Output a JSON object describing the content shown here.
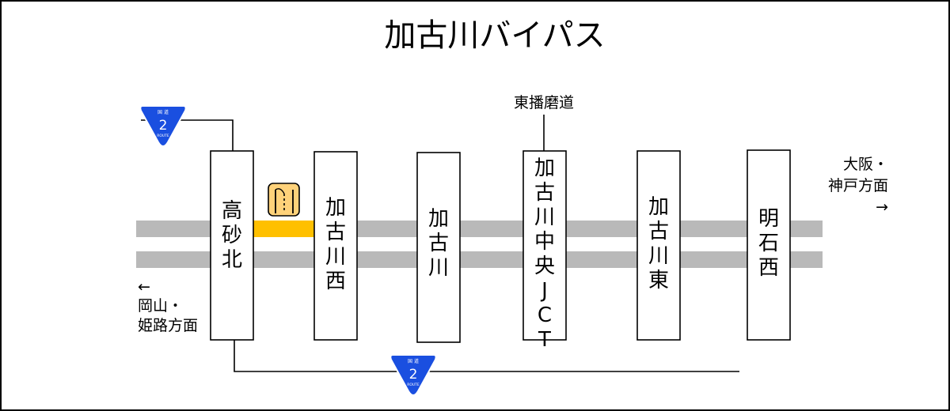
{
  "title": "加古川バイパス",
  "interchanges": [
    {
      "name": "高砂北"
    },
    {
      "name": "加古川西"
    },
    {
      "name": "加古川"
    },
    {
      "name": "加古川中央JCT"
    },
    {
      "name": "加古川東"
    },
    {
      "name": "明石西"
    }
  ],
  "junction_road": "東播磨道",
  "directions": {
    "west": {
      "arrow": "←",
      "line1": "岡山・",
      "line2": "姫路方面"
    },
    "east": {
      "line1": "大阪・",
      "line2": "神戸方面",
      "arrow": "→"
    }
  },
  "route_shield": {
    "top": "国 道",
    "number": "2",
    "bottom": "ROUTE"
  },
  "colors": {
    "road": "#b9b9b9",
    "highlight": "#ffc000",
    "shield_blue": "#1a4fe0",
    "border": "#000000"
  }
}
